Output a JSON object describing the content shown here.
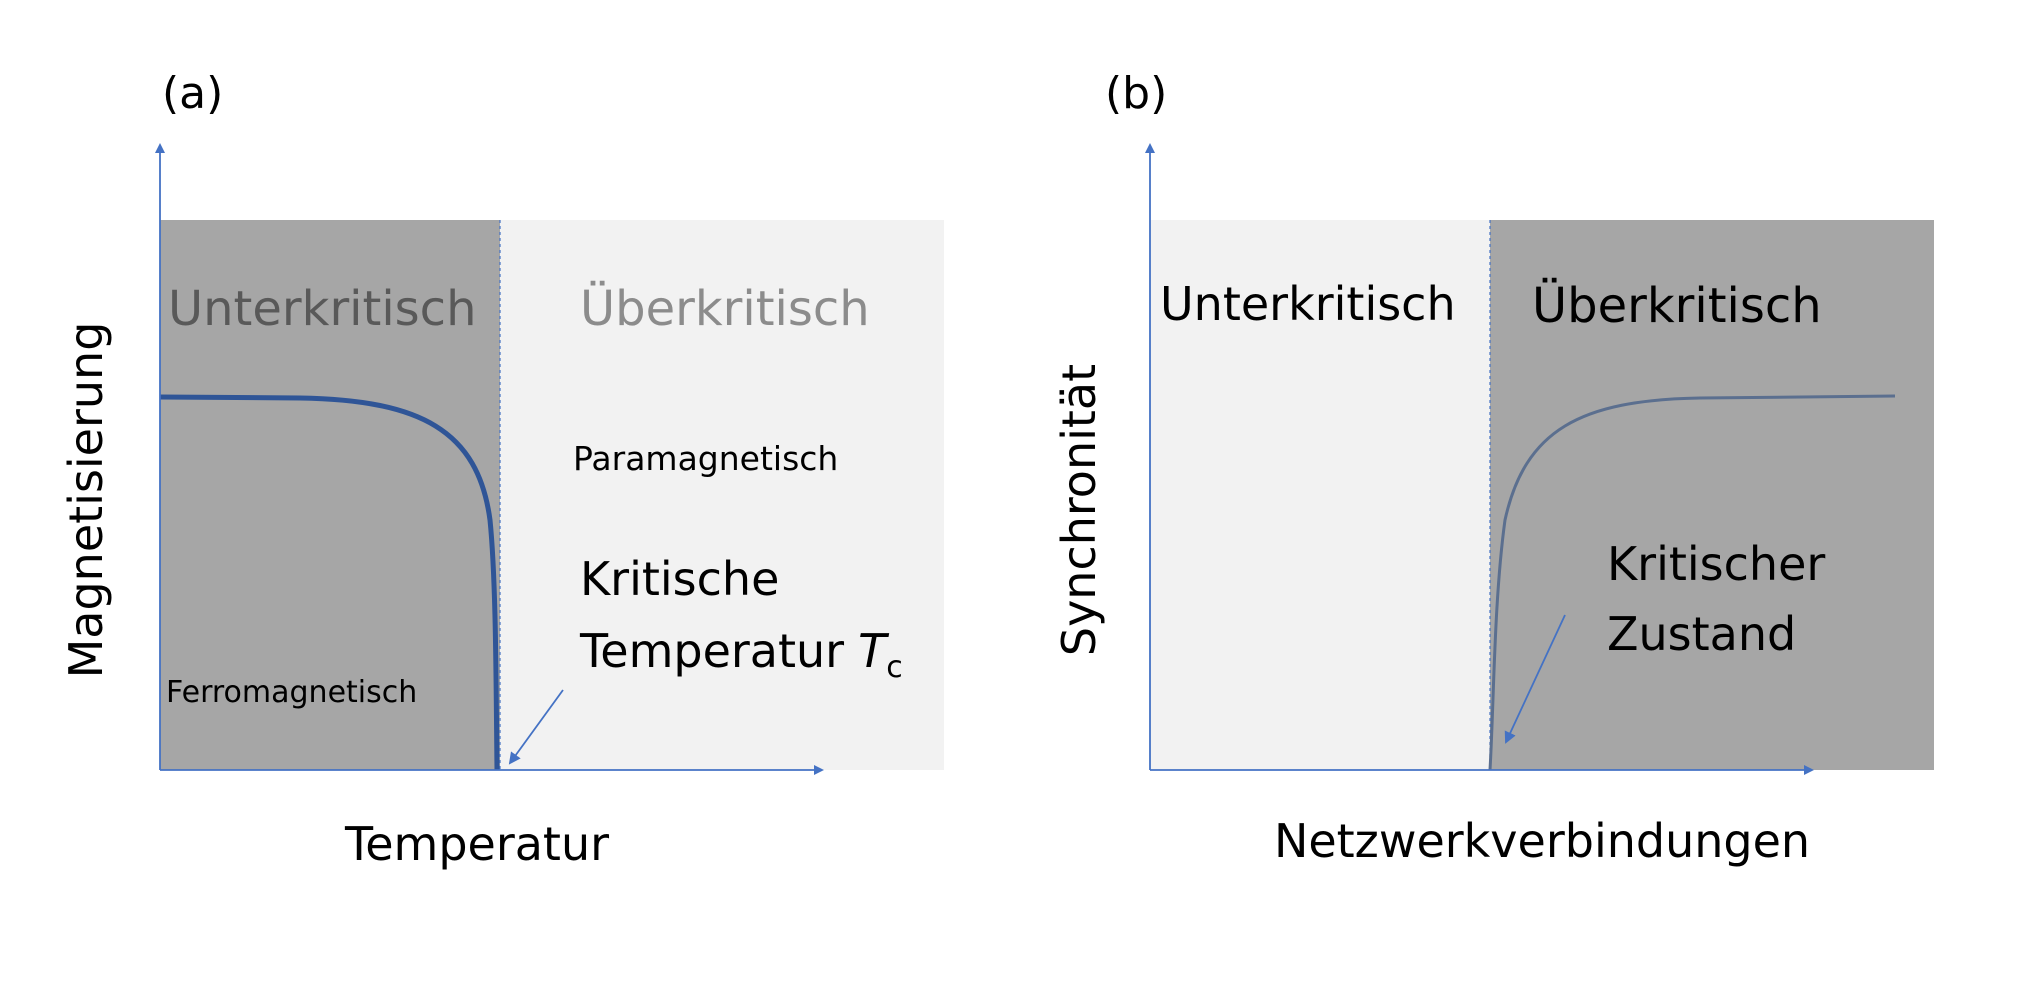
{
  "panel_a": {
    "label": "(a)",
    "region_left": "Unterkritisch",
    "region_right": "Überkritisch",
    "phase_left": "Ferromagnetisch",
    "phase_right": "Paramagnetisch",
    "annotation_line1": "Kritische",
    "annotation_line2": "Temperatur",
    "annotation_symbol": "T",
    "annotation_subscript": "c",
    "y_axis_label": "Magnetisierung",
    "x_axis_label": "Temperatur"
  },
  "panel_b": {
    "label": "(b)",
    "region_left": "Unterkritisch",
    "region_right": "Überkritisch",
    "annotation_line1": "Kritischer",
    "annotation_line2": "Zustand",
    "y_axis_label": "Synchronität",
    "x_axis_label": "Netzwerkverbindungen"
  },
  "colors": {
    "axis": "#4472c4",
    "curve_a": "#2f5597",
    "curve_b": "#5b6f8f",
    "region_dark": "#a6a6a6",
    "region_light": "#f2f2f2",
    "text_dark": "#000000",
    "text_grey": "#595959",
    "text_light_grey": "#8c8c8c"
  }
}
